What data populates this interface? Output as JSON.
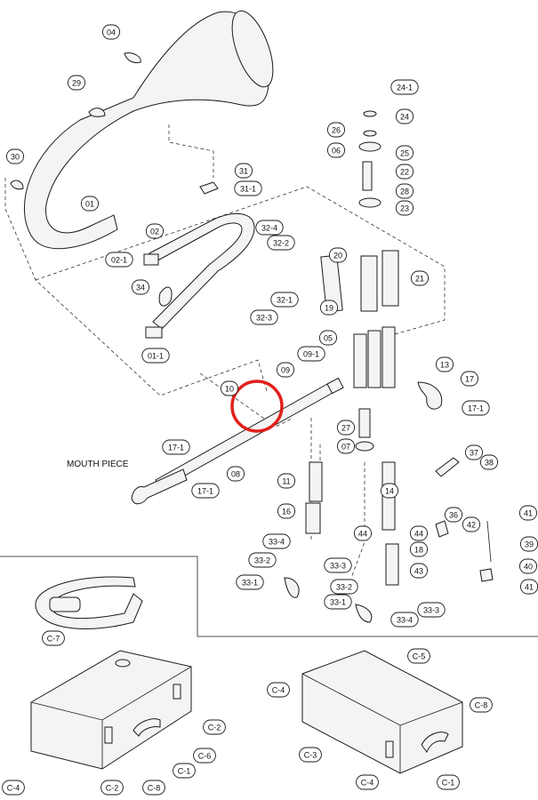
{
  "diagram": {
    "free_text": "MOUTH PIECE",
    "highlight_color": "#e0201b",
    "callouts": [
      "04",
      "29",
      "30",
      "01",
      "02",
      "02-1",
      "31",
      "31-1",
      "32-4",
      "32-2",
      "32-1",
      "32-3",
      "34",
      "01-1",
      "24-1",
      "24",
      "26",
      "06",
      "25",
      "22",
      "28",
      "23",
      "20",
      "19",
      "21",
      "05",
      "09",
      "09-1",
      "10",
      "13",
      "17",
      "17-1",
      "27",
      "07",
      "17-1",
      "17-1",
      "08",
      "11",
      "14",
      "37",
      "38",
      "16",
      "36",
      "42",
      "41",
      "39",
      "44",
      "44",
      "18",
      "33-4",
      "33-2",
      "33-3",
      "33-1",
      "43",
      "40",
      "41",
      "33-2",
      "33-3",
      "33-1",
      "33-4",
      "C-7",
      "C-5",
      "C-4",
      "C-8",
      "C-2",
      "C-6",
      "C-1",
      "C-4",
      "C-2",
      "C-8",
      "C-3",
      "C-4",
      "C-1"
    ]
  }
}
